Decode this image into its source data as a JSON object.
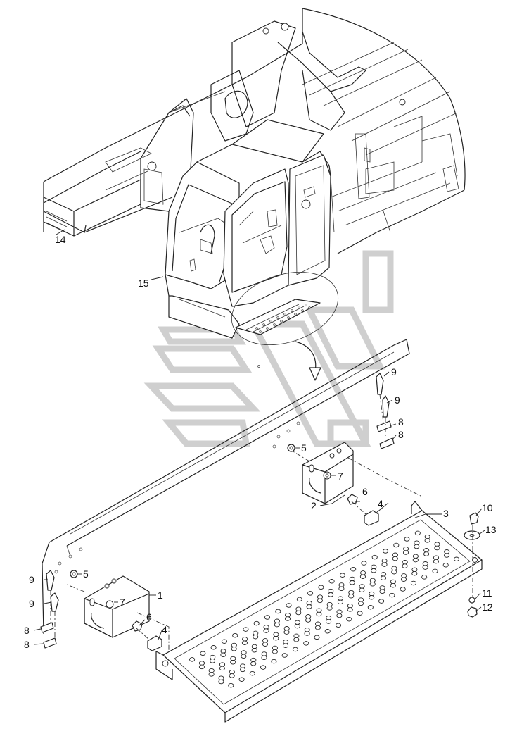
{
  "parts": [
    {
      "id": "p1",
      "number": "1"
    },
    {
      "id": "p2",
      "number": "2"
    },
    {
      "id": "p3",
      "number": "3"
    },
    {
      "id": "p4a",
      "number": "4"
    },
    {
      "id": "p4b",
      "number": "4"
    },
    {
      "id": "p5a",
      "number": "5"
    },
    {
      "id": "p5b",
      "number": "5"
    },
    {
      "id": "p6a",
      "number": "6"
    },
    {
      "id": "p6b",
      "number": "6"
    },
    {
      "id": "p7a",
      "number": "7"
    },
    {
      "id": "p7b",
      "number": "7"
    },
    {
      "id": "p8a",
      "number": "8"
    },
    {
      "id": "p8b",
      "number": "8"
    },
    {
      "id": "p8c",
      "number": "8"
    },
    {
      "id": "p8d",
      "number": "8"
    },
    {
      "id": "p9a",
      "number": "9"
    },
    {
      "id": "p9b",
      "number": "9"
    },
    {
      "id": "p9c",
      "number": "9"
    },
    {
      "id": "p9d",
      "number": "9"
    },
    {
      "id": "p10",
      "number": "10"
    },
    {
      "id": "p11",
      "number": "11"
    },
    {
      "id": "p12",
      "number": "12"
    },
    {
      "id": "p13",
      "number": "13"
    },
    {
      "id": "p14",
      "number": "14"
    },
    {
      "id": "p15",
      "number": "15"
    }
  ]
}
